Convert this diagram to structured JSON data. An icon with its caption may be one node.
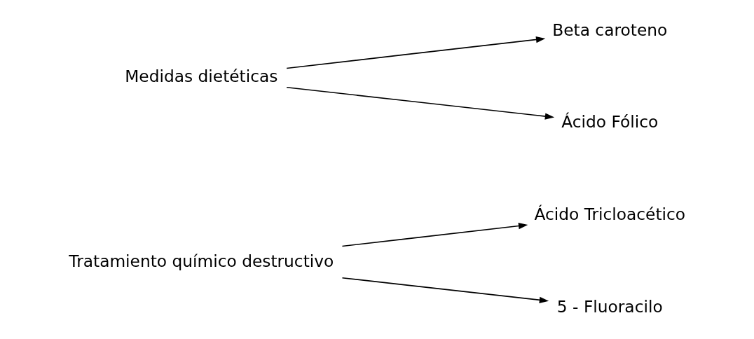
{
  "diagram": {
    "nodes": [
      {
        "text": [
          "Tratamiento químico destructivo"
        ]
      },
      {
        "text": [
          "Ácido Tricloacético"
        ]
      },
      {
        "text": [
          "5 - Fluoracilo"
        ]
      },
      {
        "text": [
          "Medidas dietéticas"
        ]
      },
      {
        "text": [
          "Beta caroteno"
        ]
      },
      {
        "text": [
          "Ácido Fólico"
        ]
      }
    ],
    "edges": [
      {
        "from": 0,
        "to": 1,
        "arrow": "to"
      },
      {
        "from": 0,
        "to": 2,
        "arrow": "to"
      },
      {
        "from": 3,
        "to": 4,
        "arrow": "to"
      },
      {
        "from": 3,
        "to": 5,
        "arrow": "to"
      }
    ]
  }
}
